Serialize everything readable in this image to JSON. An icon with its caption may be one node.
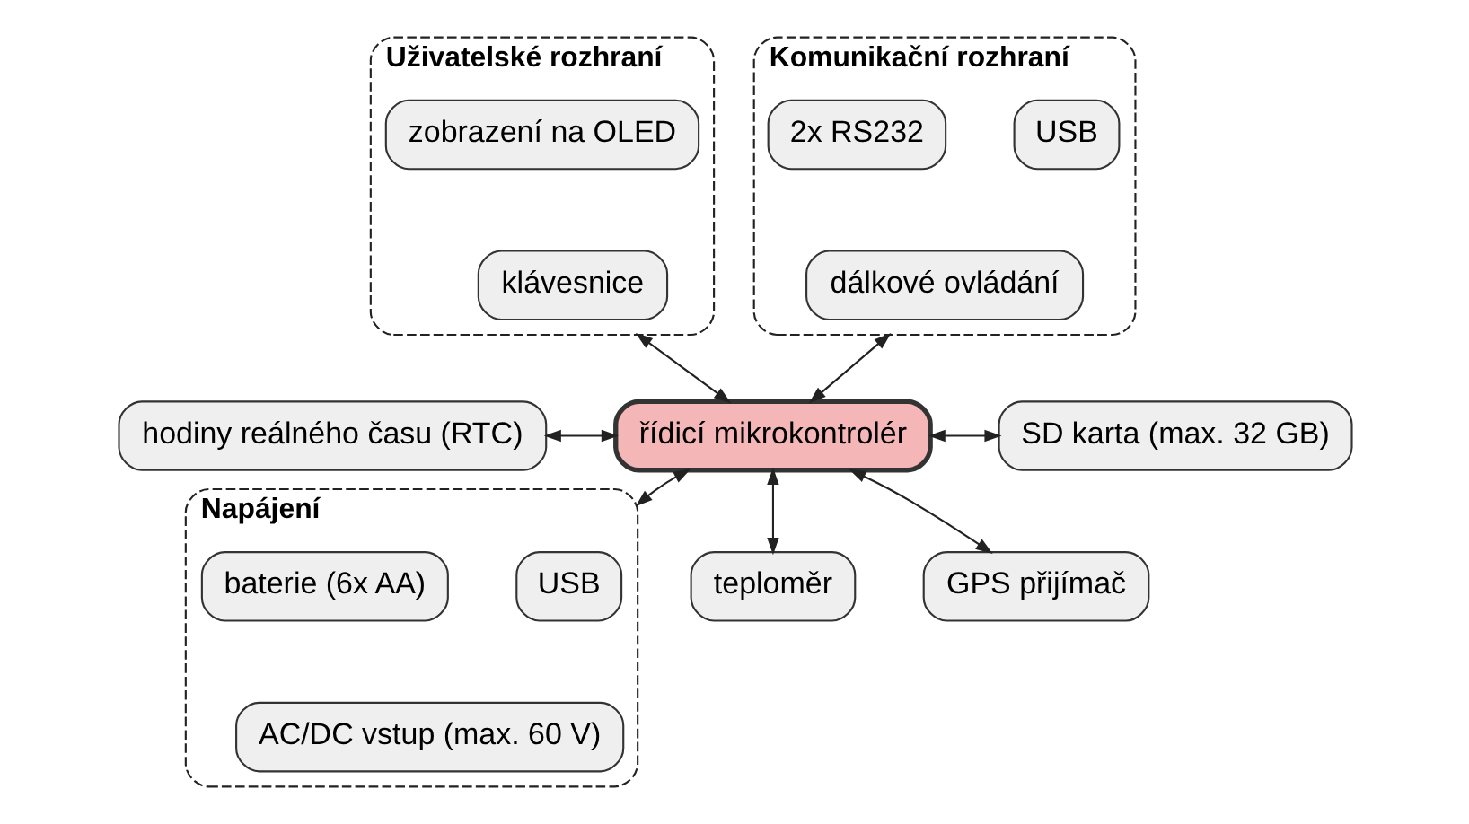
{
  "diagram": {
    "nodes": [
      {
        "text": [
          "Uživatelské rozhraní"
        ]
      },
      {
        "text": [
          "zobrazení na OLED"
        ],
        "in": 0
      },
      {
        "text": [
          "klávesnice"
        ],
        "in": 0
      },
      {
        "text": [
          "Komunikační rozhraní"
        ]
      },
      {
        "text": [
          "USB"
        ],
        "in": 3
      },
      {
        "text": [
          "2x RS232"
        ],
        "in": 3
      },
      {
        "text": [
          "dálkové ovládání"
        ],
        "in": 3
      },
      {
        "text": [
          "hodiny reálného času (RTC)"
        ]
      },
      {
        "text": [
          "řídicí mikrokontrolér"
        ]
      },
      {
        "text": [
          "SD karta (max. 32 GB)"
        ]
      },
      {
        "text": [
          "Napájení"
        ]
      },
      {
        "text": [
          "USB"
        ],
        "in": 10
      },
      {
        "text": [
          "baterie (6x AA)"
        ],
        "in": 10
      },
      {
        "text": [
          "AC/DC vstup (max. 60 V)"
        ],
        "in": 10
      },
      {
        "text": [
          "teploměr"
        ]
      },
      {
        "text": [
          "GPS přijímač"
        ]
      }
    ],
    "edges": [
      {
        "from": 0,
        "to": 8,
        "arrow": "both"
      },
      {
        "from": 3,
        "to": 8,
        "arrow": "both"
      },
      {
        "from": 7,
        "to": 8,
        "arrow": "both"
      },
      {
        "from": 8,
        "to": 9,
        "arrow": "both"
      },
      {
        "from": 10,
        "to": 8,
        "arrow": "both"
      },
      {
        "from": 8,
        "to": 14,
        "arrow": "both"
      },
      {
        "from": 8,
        "to": 15,
        "arrow": "both"
      }
    ]
  }
}
